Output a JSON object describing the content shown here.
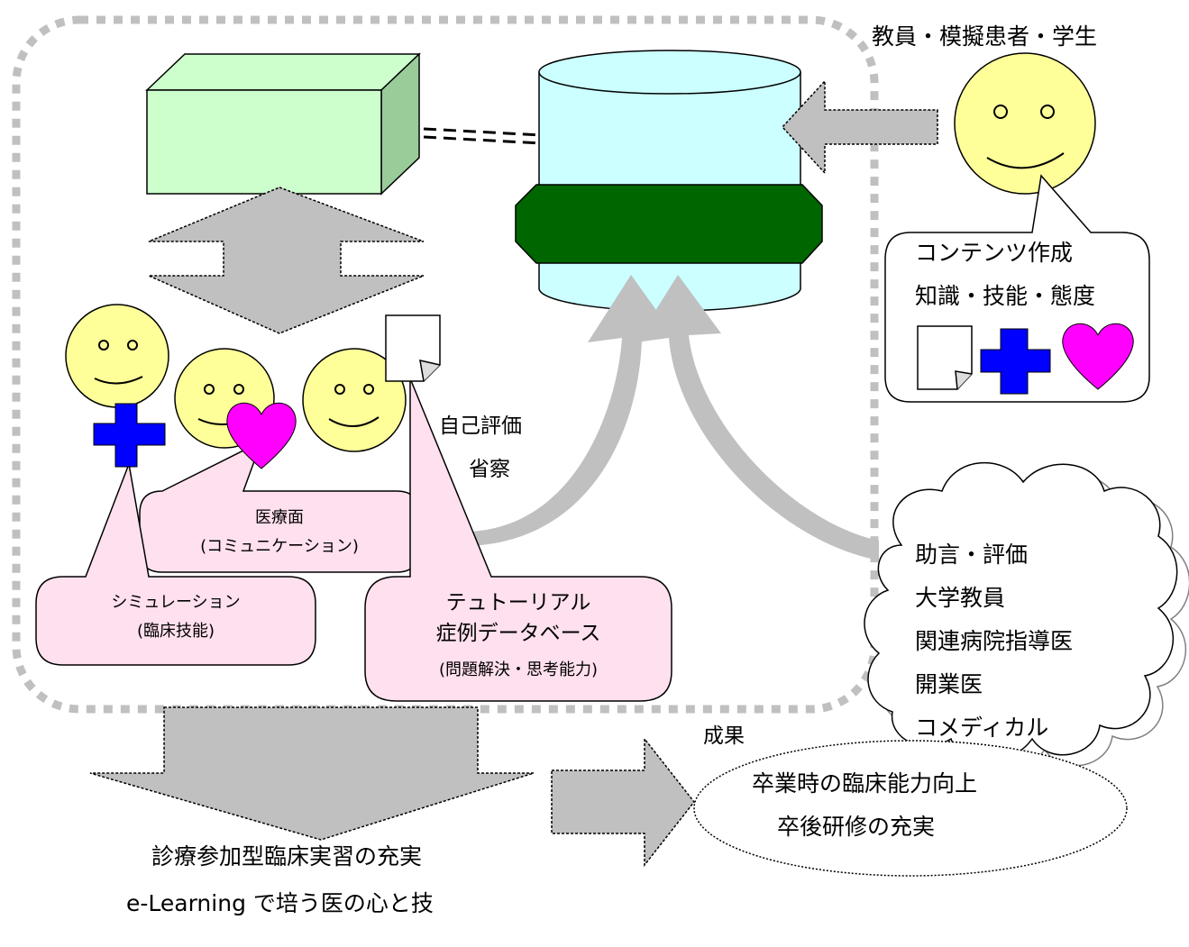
{
  "top_right": {
    "header": "教員・模擬患者・学生",
    "bubble": {
      "line1": "コンテンツ作成",
      "line2": "知識・技能・態度"
    }
  },
  "reflection": {
    "line1": "自己評価",
    "line2": "省察"
  },
  "callouts": {
    "medical": {
      "line1": "医療面",
      "line2": "(コミュニケーション)"
    },
    "simulation": {
      "line1": "シミュレーション",
      "line2": "(臨床技能)"
    },
    "tutorial": {
      "line1": "テュトーリアル",
      "line2": "症例データベース",
      "line3": "(問題解決・思考能力)"
    }
  },
  "advisors": {
    "items": [
      "助言・評価",
      "大学教員",
      "関連病院指導医",
      "開業医",
      "コメディカル"
    ]
  },
  "bottom": {
    "line1": "診療参加型臨床実習の充実",
    "line2": "e-Learning で培う医の心と技"
  },
  "outcome": {
    "label": "成果",
    "line1": "卒業時の臨床能力向上",
    "line2": "卒後研修の充実"
  },
  "colors": {
    "box_front": "#ccffcc",
    "box_side": "#99cc99",
    "cylinder": "#ccffff",
    "cylinder_band": "#006600",
    "arrow_gray": "#c0c0c0",
    "face": "#ffff99",
    "cross": "#0000ff",
    "heart": "#ff00ff",
    "callout_pink": "#ffe0ee",
    "dashed_frame": "#c0c0c0"
  }
}
